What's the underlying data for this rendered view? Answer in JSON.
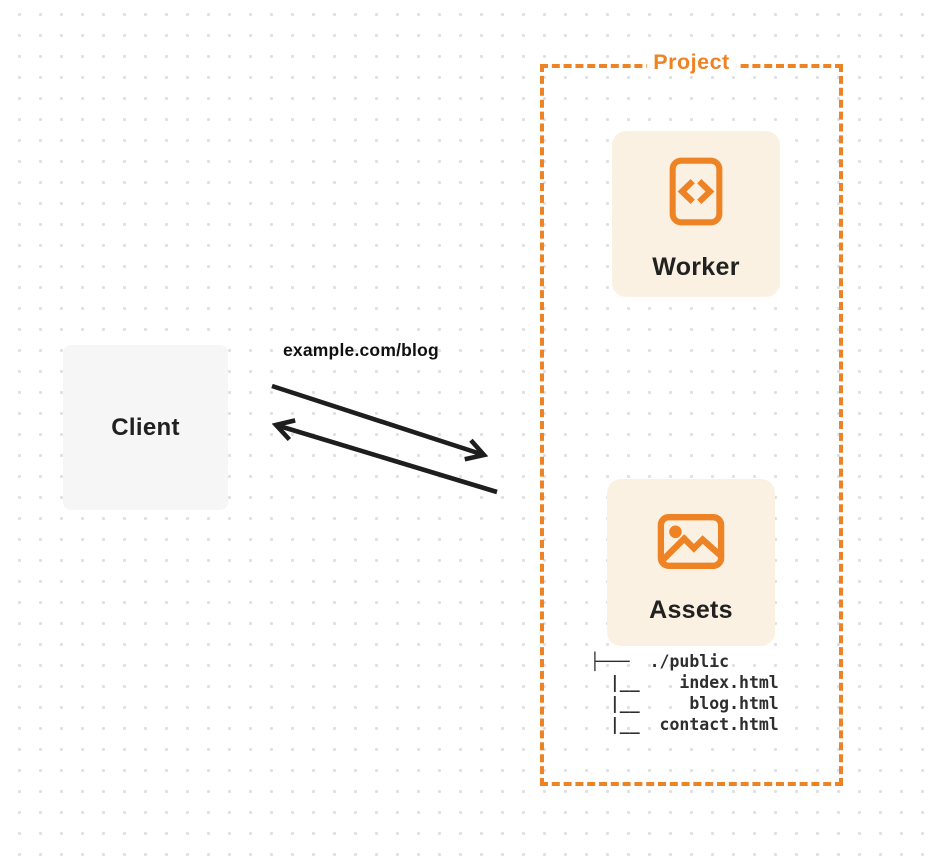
{
  "colors": {
    "accent_orange": "#EE8325",
    "card_background": "#FBF1E3",
    "client_background": "#F6F6F7",
    "arrow_black": "#1E1E1E",
    "text_dark": "#212121",
    "dot_grid": "#DFDFE4"
  },
  "client": {
    "label": "Client"
  },
  "request": {
    "label": "example.com/blog"
  },
  "arrows": [
    {
      "name": "request-arrow",
      "direction": "client-to-project"
    },
    {
      "name": "response-arrow",
      "direction": "project-to-client"
    }
  ],
  "project": {
    "label": "Project",
    "worker": {
      "label": "Worker",
      "icon": "code-document-icon"
    },
    "assets": {
      "label": "Assets",
      "icon": "image-icon",
      "file_tree": {
        "lines": [
          "├───  ./public",
          "  |__    index.html",
          "  |__     blog.html",
          "  |__  contact.html"
        ]
      }
    }
  }
}
